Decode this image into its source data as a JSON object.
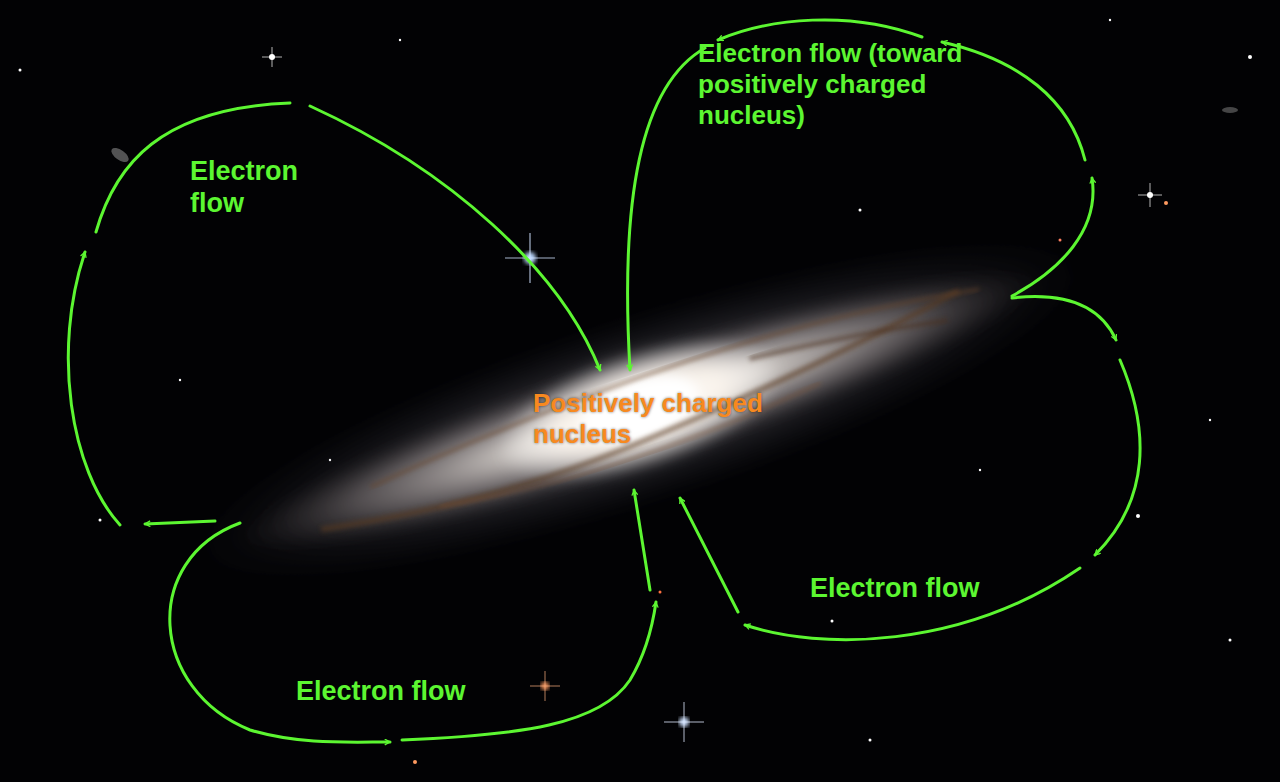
{
  "diagram": {
    "labels": [
      "Electron flow",
      "Electron flow (toward positively charged nucleus)",
      "Positively charged nucleus",
      "Electron flow",
      "Electron flow"
    ]
  }
}
